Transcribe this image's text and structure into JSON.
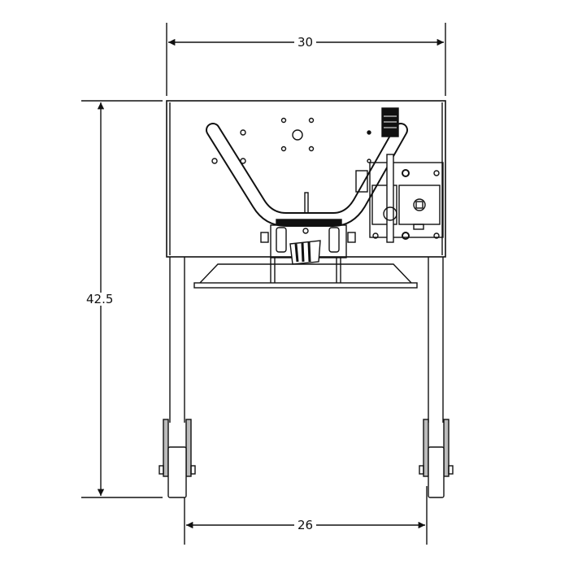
{
  "drawing": {
    "view": "front elevation",
    "subject": "cart with V-handle, tilting platform and casters",
    "line_color": "#111111",
    "background": "#ffffff"
  },
  "dimensions": {
    "overall_width": {
      "value": "30"
    },
    "overall_height": {
      "value": "42.5"
    },
    "wheel_track": {
      "value": "26"
    }
  }
}
